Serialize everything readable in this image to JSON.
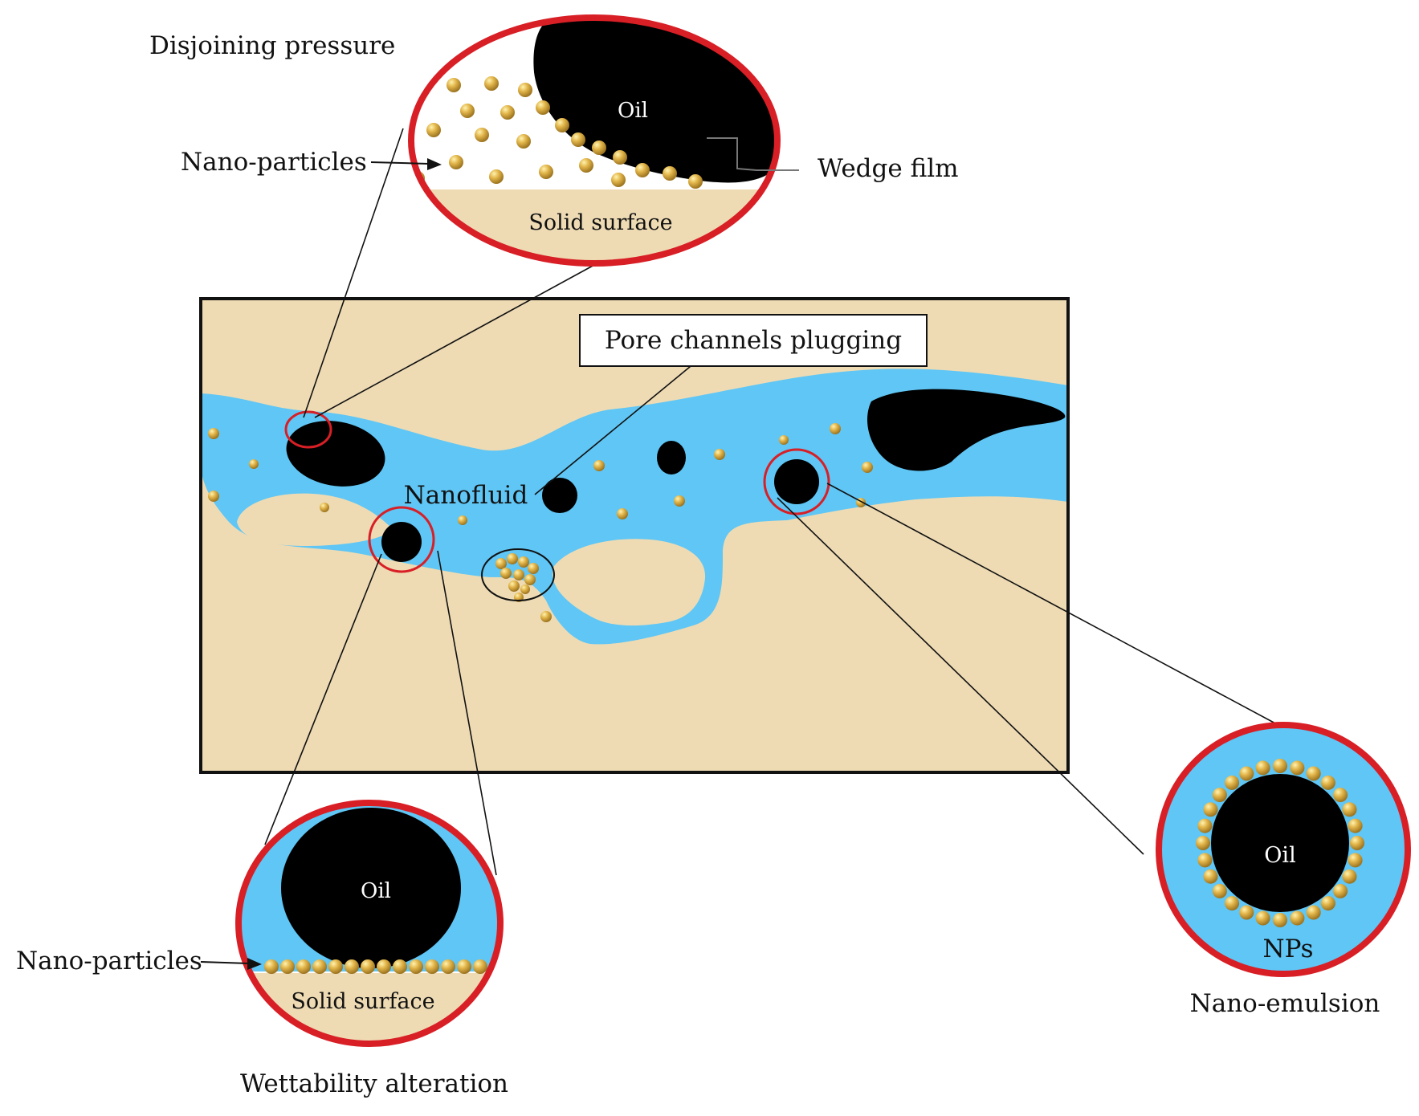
{
  "labels": {
    "disjoining_pressure": "Disjoining  pressure",
    "nano_particles_top": "Nano-particles",
    "wedge_film": "Wedge  film",
    "oil_top": "Oil",
    "solid_surface_top": "Solid surface",
    "pore_channels_plugging": "Pore channels  plugging",
    "nanofluid": "Nanofluid",
    "nano_particles_bottom": "Nano-particles",
    "oil_bottom": "Oil",
    "solid_surface_bottom": "Solid surface",
    "wettability_alteration": "Wettability  alteration",
    "oil_right": "Oil",
    "nps": "NPs",
    "nano_emulsion": "Nano-emulsion"
  },
  "colors": {
    "rock": "#eedbb4",
    "fluid": "#5fc6f5",
    "oil": "#000000",
    "particle": "#d9ac3c",
    "highlight_ring": "#d81f26"
  }
}
